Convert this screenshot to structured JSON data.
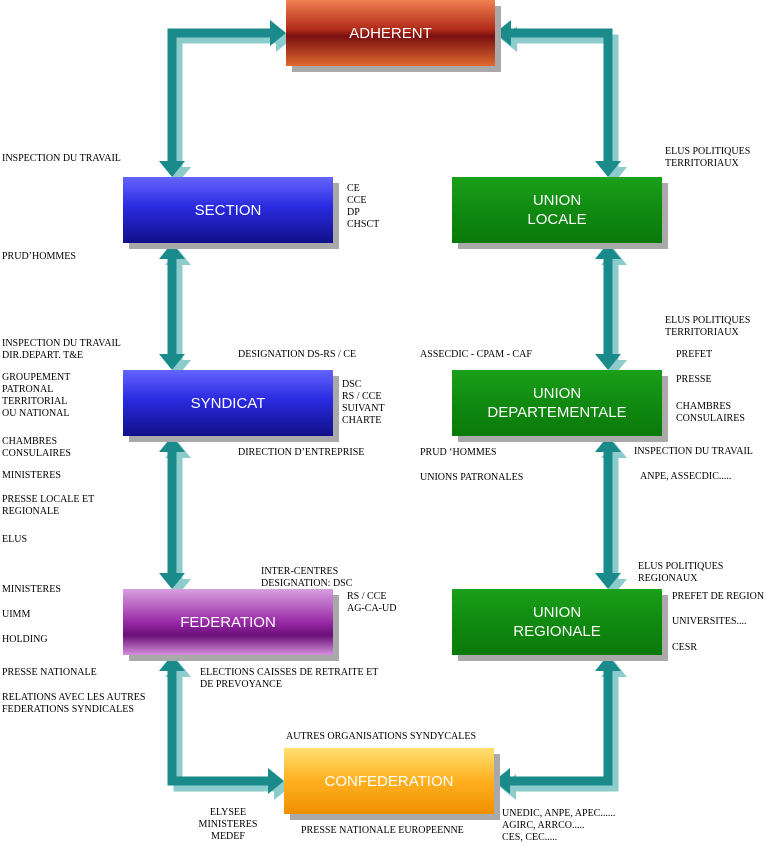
{
  "boxes": {
    "adherent": "ADHERENT",
    "section": "SECTION",
    "syndicat": "SYNDICAT",
    "federation": "FEDERATION",
    "confederation": "CONFEDERATION",
    "union_locale": "UNION\nLOCALE",
    "union_departementale": "UNION\nDEPARTEMENTALE",
    "union_regionale": "UNION\nREGIONALE"
  },
  "labels": {
    "inspection_travail_1": "INSPECTION DU TRAVAIL",
    "prudhommes_1": "PRUD’HOMMES",
    "section_instances": "CE\nCCE\nDP\nCHSCT",
    "elus_territoriaux_1": "ELUS POLITIQUES\nTERRITORIAUX",
    "inspection_dir_depart": "INSPECTION DU TRAVAIL\nDIR.DEPART. T&E",
    "designation_ds": "DESIGNATION  DS-RS / CE",
    "assedic_cpam": "ASSECDIC - CPAM - CAF",
    "elus_territoriaux_2": "ELUS POLITIQUES\nTERRITORIAUX",
    "prefet": "PREFET",
    "groupement_patronal": "GROUPEMENT\nPATRONAL\nTERRITORIAL\nOU NATIONAL",
    "syndicat_instances": "DSC\nRS / CCE\nSUIVANT\nCHARTE",
    "presse": "PRESSE",
    "chambres_consulaires_right": "CHAMBRES\nCONSULAIRES",
    "chambres_consulaires_left": "CHAMBRES\nCONSULAIRES",
    "direction_entreprise": "DIRECTION D’ENTREPRISE",
    "prudhommes_2": "PRUD ‘HOMMES",
    "inspection_travail_2": "INSPECTION DU TRAVAIL",
    "ministeres_1": "MINISTERES",
    "unions_patronales": "UNIONS PATRONALES",
    "anpe_assedic": "ANPE, ASSECDIC.....",
    "presse_locale": "PRESSE LOCALE ET\nREGIONALE",
    "elus": "ELUS",
    "inter_centres": "INTER-CENTRES\nDESIGNATION: DSC",
    "elus_regionaux": "ELUS POLITIQUES\nREGIONAUX",
    "ministeres_2": "MINISTERES",
    "federation_instances": "RS / CCE\nAG-CA-UD",
    "prefet_region": "PREFET DE REGION",
    "uimm": "UIMM",
    "universites": "UNIVERSITES....",
    "holding": "HOLDING",
    "cesr": "CESR",
    "presse_nationale": "PRESSE  NATIONALE",
    "elections_caisses": "ELECTIONS CAISSES DE RETRAITE ET\nDE PREVOYANCE",
    "relations_autres": "RELATIONS AVEC LES AUTRES\nFEDERATIONS SYNDICALES",
    "autres_organisations": "AUTRES ORGANISATIONS SYNDYCALES",
    "elysee": "ELYSEE\nMINISTERES\nMEDEF",
    "presse_europeenne": "PRESSE NATIONALE EUROPEENNE",
    "unedic": "UNEDIC, ANPE, APEC......\nAGIRC, ARRCO.....\nCES, CEC....."
  },
  "colors": {
    "arrow": "#1a8a8a",
    "arrow_shadow": "#8ccccc"
  }
}
